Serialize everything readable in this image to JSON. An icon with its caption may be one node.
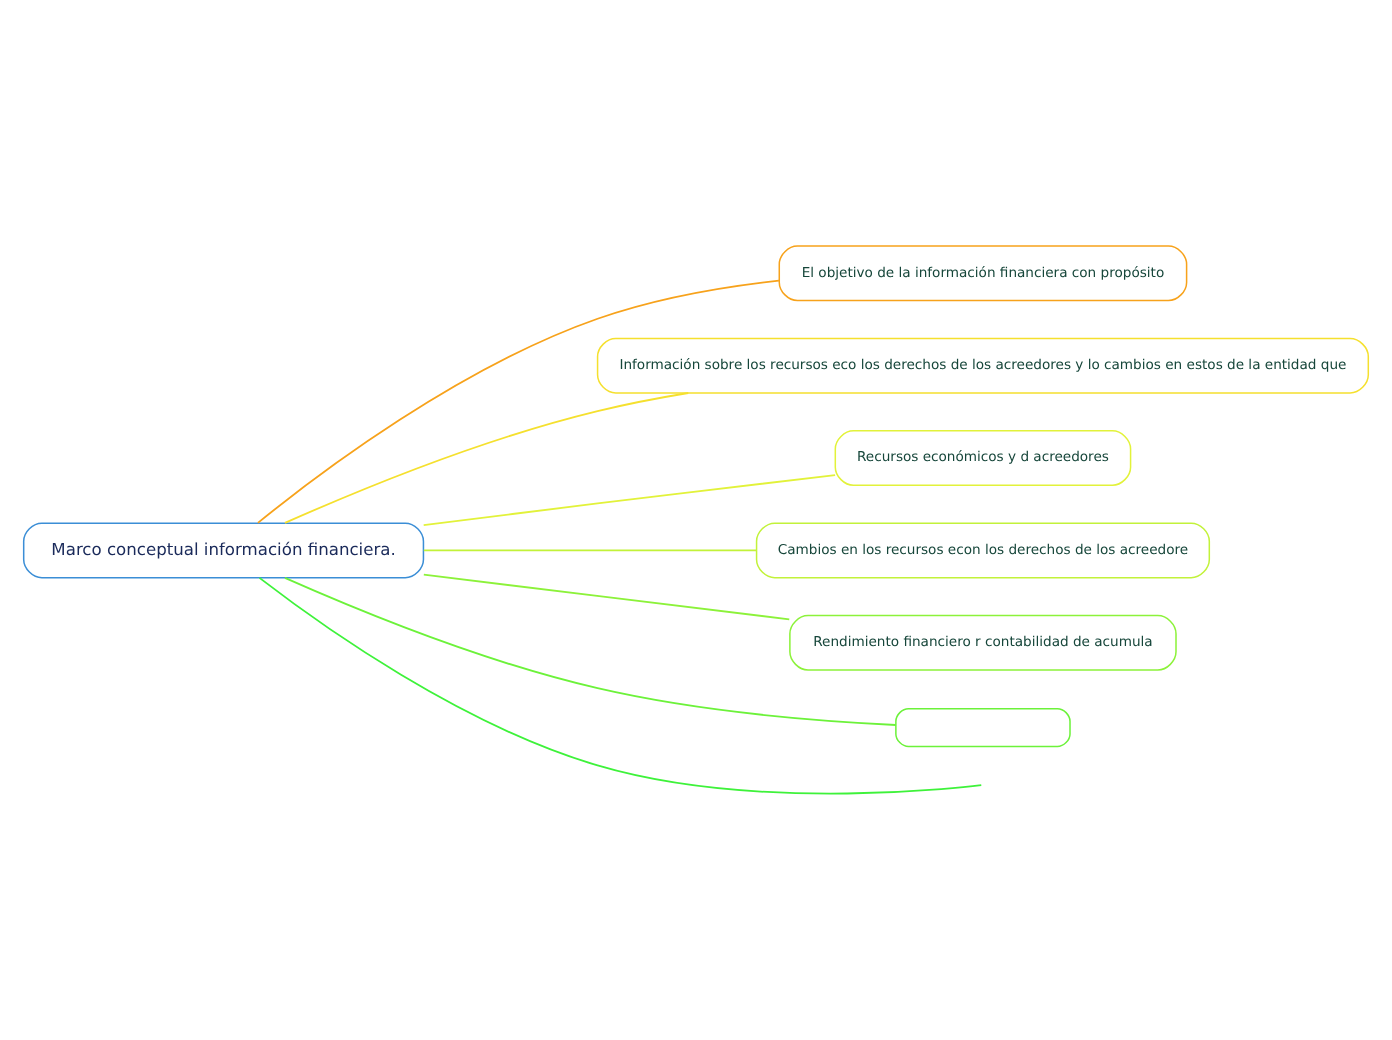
{
  "diagram": {
    "nodes": [
      {
        "text": [
          "Marco conceptual información financiera."
        ]
      },
      {
        "text": [
          "El objetivo de la información financiera con propósito"
        ]
      },
      {
        "text": [
          "Información sobre los recursos eco los derechos de los acreedores y lo cambios en estos de la entidad que"
        ]
      },
      {
        "text": [
          "Recursos económicos y d acreedores"
        ]
      },
      {
        "text": [
          "Cambios en los recursos econ los derechos de los acreedore"
        ]
      },
      {
        "text": [
          "Rendimiento financiero r contabilidad de acumula"
        ]
      },
      {
        "text": [],
        "shape": "box"
      }
    ],
    "edges": [
      {
        "from": 0,
        "to": 1,
        "arrow": "none",
        "color": "#f7a21b"
      },
      {
        "from": 0,
        "to": 2,
        "arrow": "none",
        "color": "#f5e02e"
      },
      {
        "from": 0,
        "to": 3,
        "arrow": "none",
        "color": "#e2f23a"
      },
      {
        "from": 0,
        "to": 4,
        "arrow": "none",
        "color": "#c2f23a"
      },
      {
        "from": 0,
        "to": 5,
        "arrow": "none",
        "color": "#8cf23a"
      },
      {
        "from": 0,
        "to": 6,
        "arrow": "none",
        "color": "#6cf23a"
      },
      {
        "from": 0,
        "to": null,
        "arrow": "none",
        "color": "#3ef23a"
      }
    ]
  }
}
